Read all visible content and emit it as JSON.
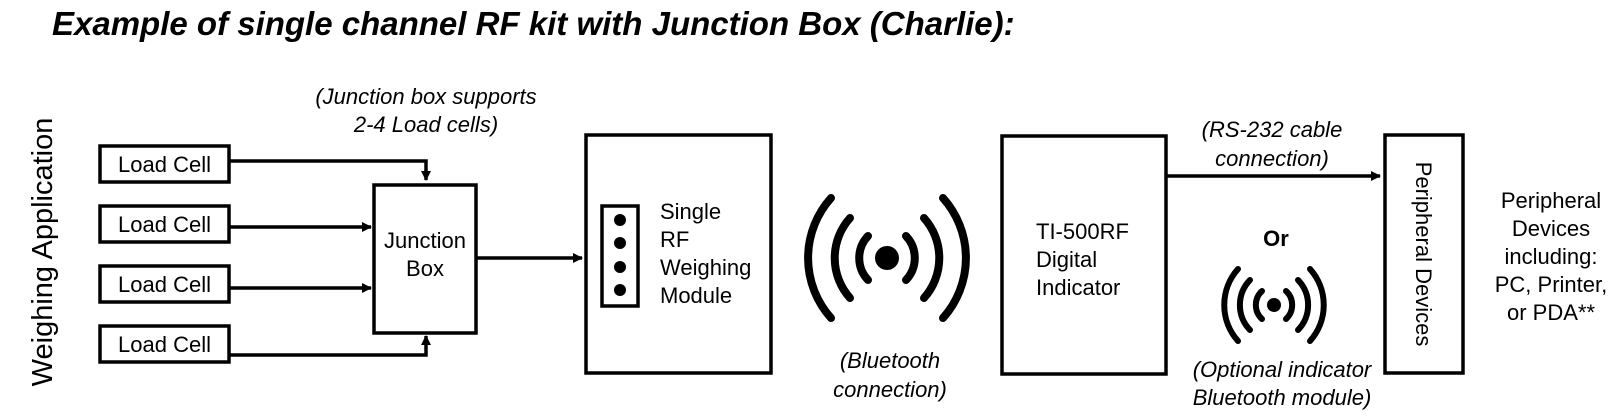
{
  "title": "Example of single channel RF kit with Junction Box (Charlie):",
  "side_label": "Weighing Application",
  "load_cells": [
    "Load Cell",
    "Load Cell",
    "Load Cell",
    "Load Cell"
  ],
  "junction_box": {
    "line1": "Junction",
    "line2": "Box"
  },
  "junction_note": {
    "line1": "(Junction box supports",
    "line2": "2-4 Load cells)"
  },
  "rf_module": {
    "lines": [
      "Single",
      "RF",
      "Weighing",
      "Module"
    ]
  },
  "bluetooth_note": {
    "line1": "(Bluetooth",
    "line2": "connection)"
  },
  "indicator": {
    "lines": [
      "TI-500RF",
      "Digital",
      "Indicator"
    ]
  },
  "rs232_note": {
    "line1": "(RS-232 cable",
    "line2": "connection)"
  },
  "or_label": "Or",
  "optional_note": {
    "line1": "(Optional indicator",
    "line2": "Bluetooth module)"
  },
  "peripheral_box_label": "Peripheral Devices",
  "peripheral_note": {
    "lines": [
      "Peripheral",
      "Devices",
      "including:",
      "PC, Printer,",
      "or PDA**"
    ]
  }
}
